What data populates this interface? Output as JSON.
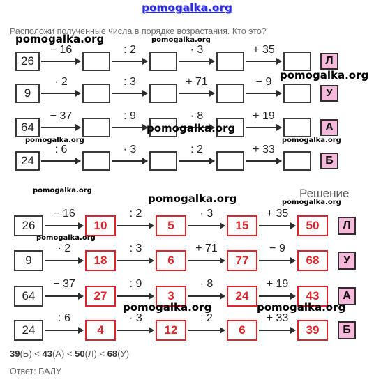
{
  "site": "pomogalka.org",
  "task": "Расположи полученные числа в порядке возрастания. Кто это?",
  "watermark": "pomogalka.org",
  "solution_title": "Решение",
  "rows": [
    {
      "start": "26",
      "ops": [
        "− 16",
        ": 2",
        "· 3",
        "+ 35"
      ],
      "results": [
        "10",
        "5",
        "15",
        "50"
      ],
      "letter": "Л"
    },
    {
      "start": "9",
      "ops": [
        "· 2",
        ": 3",
        "+ 71",
        "− 9"
      ],
      "results": [
        "18",
        "6",
        "77",
        "68"
      ],
      "letter": "У"
    },
    {
      "start": "64",
      "ops": [
        "− 37",
        ": 9",
        "· 8",
        "+ 19"
      ],
      "results": [
        "27",
        "3",
        "24",
        "43"
      ],
      "letter": "А"
    },
    {
      "start": "24",
      "ops": [
        ": 6",
        "· 3",
        ": 2",
        "+ 33"
      ],
      "results": [
        "4",
        "12",
        "6",
        "39"
      ],
      "letter": "Б"
    }
  ],
  "order": {
    "items": [
      {
        "num": "39",
        "ltr": "(Б)"
      },
      {
        "num": "43",
        "ltr": "(А)"
      },
      {
        "num": "50",
        "ltr": "(Л)"
      },
      {
        "num": "68",
        "ltr": "(У)"
      }
    ],
    "sep": " < "
  },
  "answer": "Ответ: БАЛУ",
  "colors": {
    "accent": "#e0242b",
    "letter_bg": "#f6b9dc",
    "site": "#2b2bd6"
  }
}
